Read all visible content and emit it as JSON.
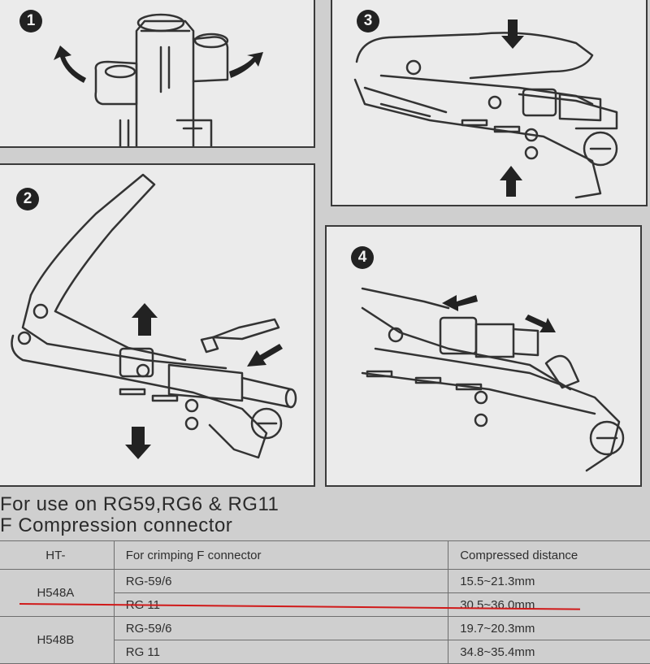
{
  "panels": [
    {
      "number": "1"
    },
    {
      "number": "2"
    },
    {
      "number": "3"
    },
    {
      "number": "4"
    }
  ],
  "caption": {
    "line1": "For use on RG59,RG6 & RG11",
    "line2": "F Compression connector"
  },
  "table": {
    "headers": [
      "HT-",
      "For crimping F connector",
      "Compressed distance"
    ],
    "groups": [
      {
        "model": "H548A",
        "rows": [
          {
            "cable": "RG-59/6",
            "distance": "15.5~21.3mm"
          },
          {
            "cable": "RG 11",
            "distance": "30.5~36.0mm"
          }
        ]
      },
      {
        "model": "H548B",
        "rows": [
          {
            "cable": "RG-59/6",
            "distance": "19.7~20.3mm"
          },
          {
            "cable": "RG 11",
            "distance": "34.8~35.4mm"
          }
        ]
      }
    ]
  },
  "colors": {
    "highlight_line": "#d01a1a",
    "ink": "#2a2a2a",
    "panel_bg": "#ebebeb"
  }
}
